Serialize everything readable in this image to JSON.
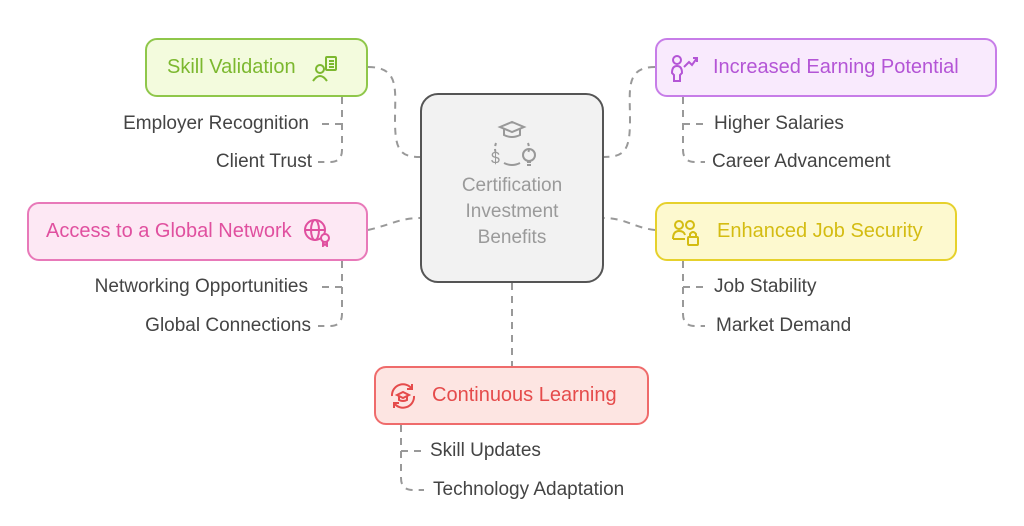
{
  "center": {
    "lines": [
      "Certification",
      "Investment",
      "Benefits"
    ],
    "icon": "graduation-cap-cycle-icon"
  },
  "branches": {
    "skill_validation": {
      "title": "Skill Validation",
      "icon": "worker-clipboard-icon",
      "items": [
        "Employer Recognition",
        "Client Trust"
      ],
      "color": "#7cb82f",
      "bg": "#f3fbdd"
    },
    "global_network": {
      "title": "Access to a Global Network",
      "icon": "globe-award-icon",
      "items": [
        "Networking Opportunities",
        "Global Connections"
      ],
      "color": "#e0509f",
      "bg": "#fde8f4"
    },
    "earning_potential": {
      "title": "Increased Earning Potential",
      "icon": "person-growth-icon",
      "items": [
        "Higher Salaries",
        "Career Advancement"
      ],
      "color": "#b455d6",
      "bg": "#f9eafd"
    },
    "job_security": {
      "title": "Enhanced Job Security",
      "icon": "users-lock-icon",
      "items": [
        "Job Stability",
        "Market Demand"
      ],
      "color": "#d4bc12",
      "bg": "#fdf9cf"
    },
    "continuous_learning": {
      "title": "Continuous Learning",
      "icon": "refresh-cap-icon",
      "items": [
        "Skill Updates",
        "Technology Adaptation"
      ],
      "color": "#e54b4b",
      "bg": "#fde5e2"
    }
  }
}
